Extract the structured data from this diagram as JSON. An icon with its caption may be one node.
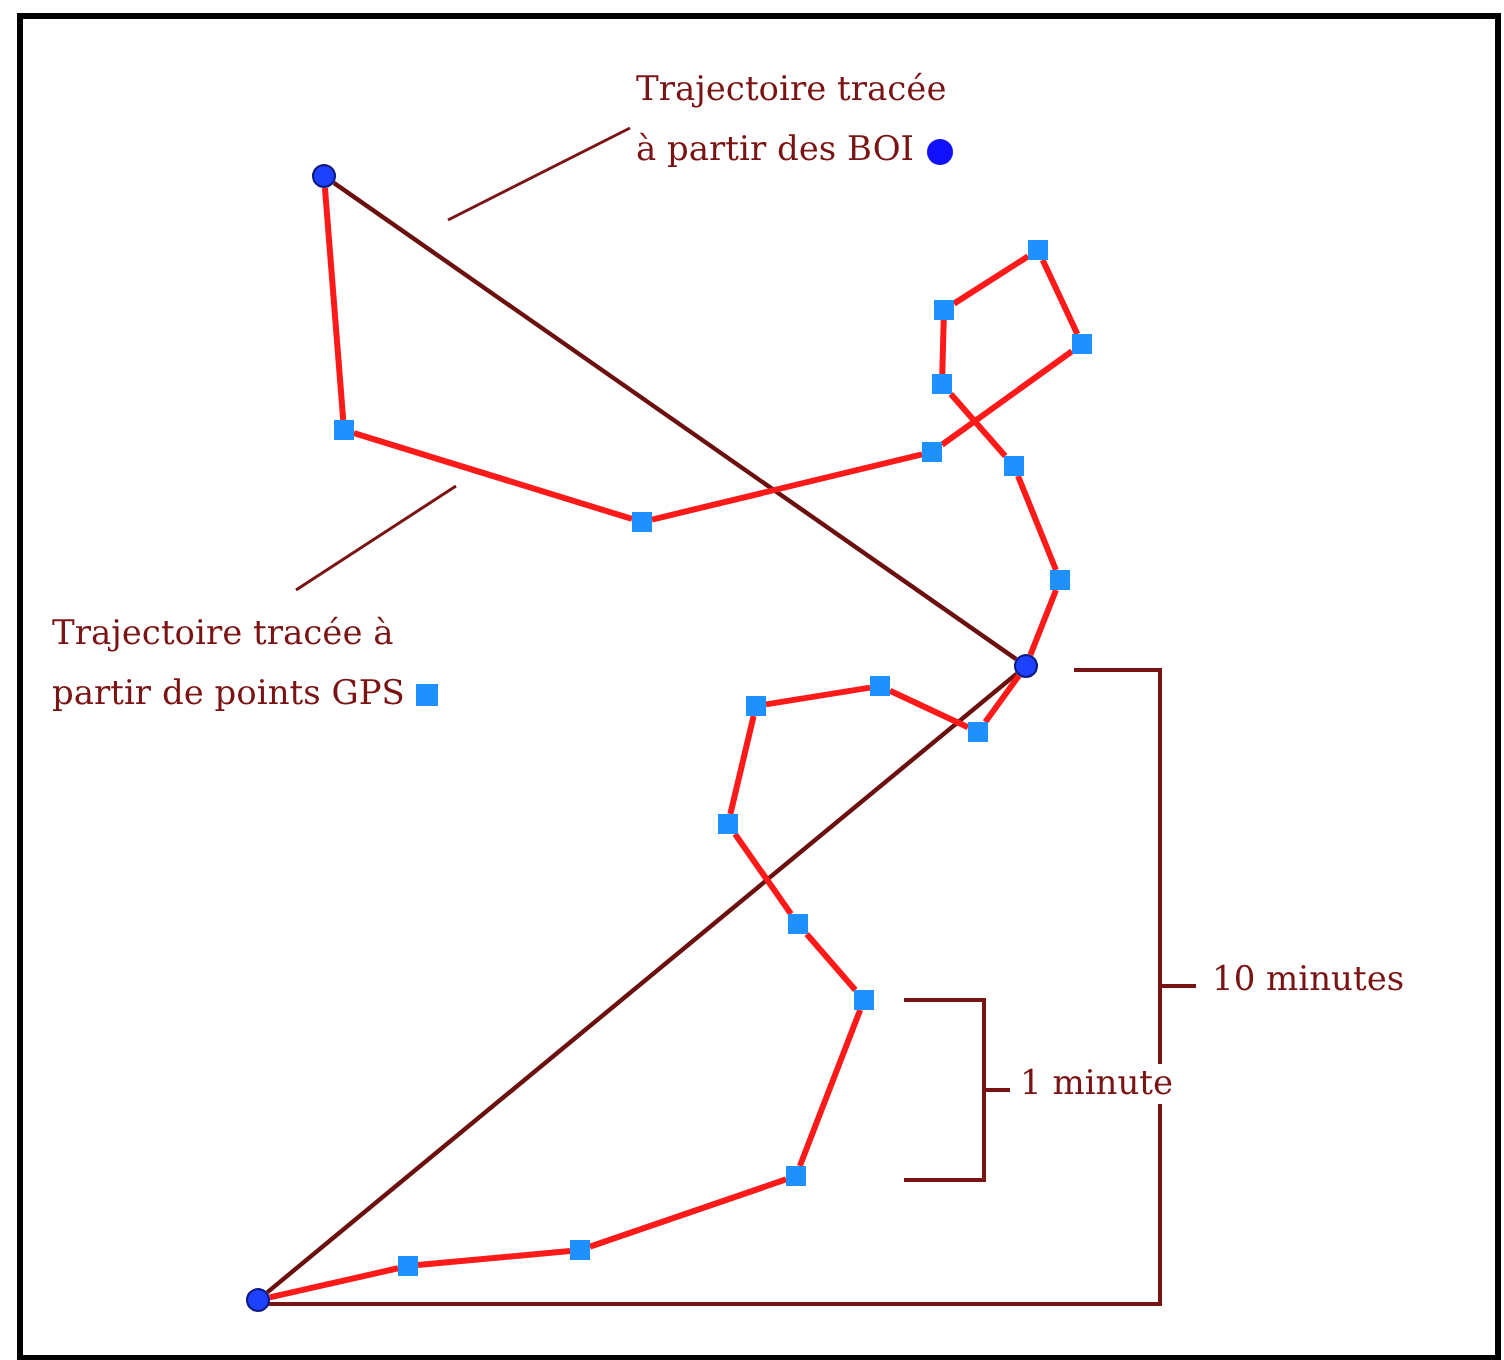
{
  "diagram": {
    "nodes": [
      {
        "text": [
          "Trajectoire tracée à partir des BOI"
        ]
      },
      {
        "text": [
          "Trajectoire tracée à partir de points GPS"
        ]
      },
      {
        "text": [],
        "shape": "circle"
      },
      {
        "text": [],
        "shape": "circle"
      },
      {
        "text": [],
        "shape": "circle"
      },
      {
        "text": [],
        "shape": "box"
      },
      {
        "text": [],
        "shape": "box"
      },
      {
        "text": [],
        "shape": "box"
      },
      {
        "text": [],
        "shape": "box"
      },
      {
        "text": [],
        "shape": "box"
      },
      {
        "text": [],
        "shape": "box"
      },
      {
        "text": [],
        "shape": "box"
      },
      {
        "text": [],
        "shape": "box"
      },
      {
        "text": [],
        "shape": "box"
      },
      {
        "text": [],
        "shape": "box"
      },
      {
        "text": [],
        "shape": "box"
      },
      {
        "text": [],
        "shape": "box"
      },
      {
        "text": [],
        "shape": "box"
      },
      {
        "text": [],
        "shape": "box"
      },
      {
        "text": [],
        "shape": "box"
      },
      {
        "text": [],
        "shape": "box"
      },
      {
        "text": [],
        "shape": "box"
      },
      {
        "text": [],
        "shape": "box"
      }
    ],
    "edges": [
      {
        "from": 0,
        "to": null,
        "arrow": "none",
        "color": "#7a1414"
      },
      {
        "from": 1,
        "to": null,
        "arrow": "none",
        "color": "#7a1414"
      },
      {
        "from": 2,
        "to": 3,
        "arrow": "none",
        "color": "#6b0f0f"
      },
      {
        "from": 3,
        "to": 4,
        "arrow": "none",
        "color": "#6b0f0f"
      },
      {
        "from": 2,
        "to": 5,
        "arrow": "none"
      },
      {
        "from": 5,
        "to": 6,
        "arrow": "none"
      },
      {
        "from": 6,
        "to": 7,
        "arrow": "none"
      },
      {
        "from": 7,
        "to": 8,
        "arrow": "none"
      },
      {
        "from": 8,
        "to": 9,
        "arrow": "none"
      },
      {
        "from": 9,
        "to": 10,
        "arrow": "none"
      },
      {
        "from": 10,
        "to": 11,
        "arrow": "none"
      },
      {
        "from": 11,
        "to": 12,
        "arrow": "none"
      },
      {
        "from": 12,
        "to": 13,
        "arrow": "none"
      },
      {
        "from": 13,
        "to": 3,
        "arrow": "none"
      },
      {
        "from": 3,
        "to": 14,
        "arrow": "none"
      },
      {
        "from": 14,
        "to": 15,
        "arrow": "none"
      },
      {
        "from": 15,
        "to": 16,
        "arrow": "none"
      },
      {
        "from": 16,
        "to": 17,
        "arrow": "none"
      },
      {
        "from": 17,
        "to": 18,
        "arrow": "none"
      },
      {
        "from": 18,
        "to": 19,
        "arrow": "none"
      },
      {
        "from": 19,
        "to": 20,
        "arrow": "none"
      },
      {
        "from": 20,
        "to": 21,
        "arrow": "none"
      },
      {
        "from": 21,
        "to": 22,
        "arrow": "none"
      },
      {
        "from": 22,
        "to": 4,
        "arrow": "none"
      }
    ],
    "labels": [
      "10 minutes",
      "1 minute"
    ]
  }
}
